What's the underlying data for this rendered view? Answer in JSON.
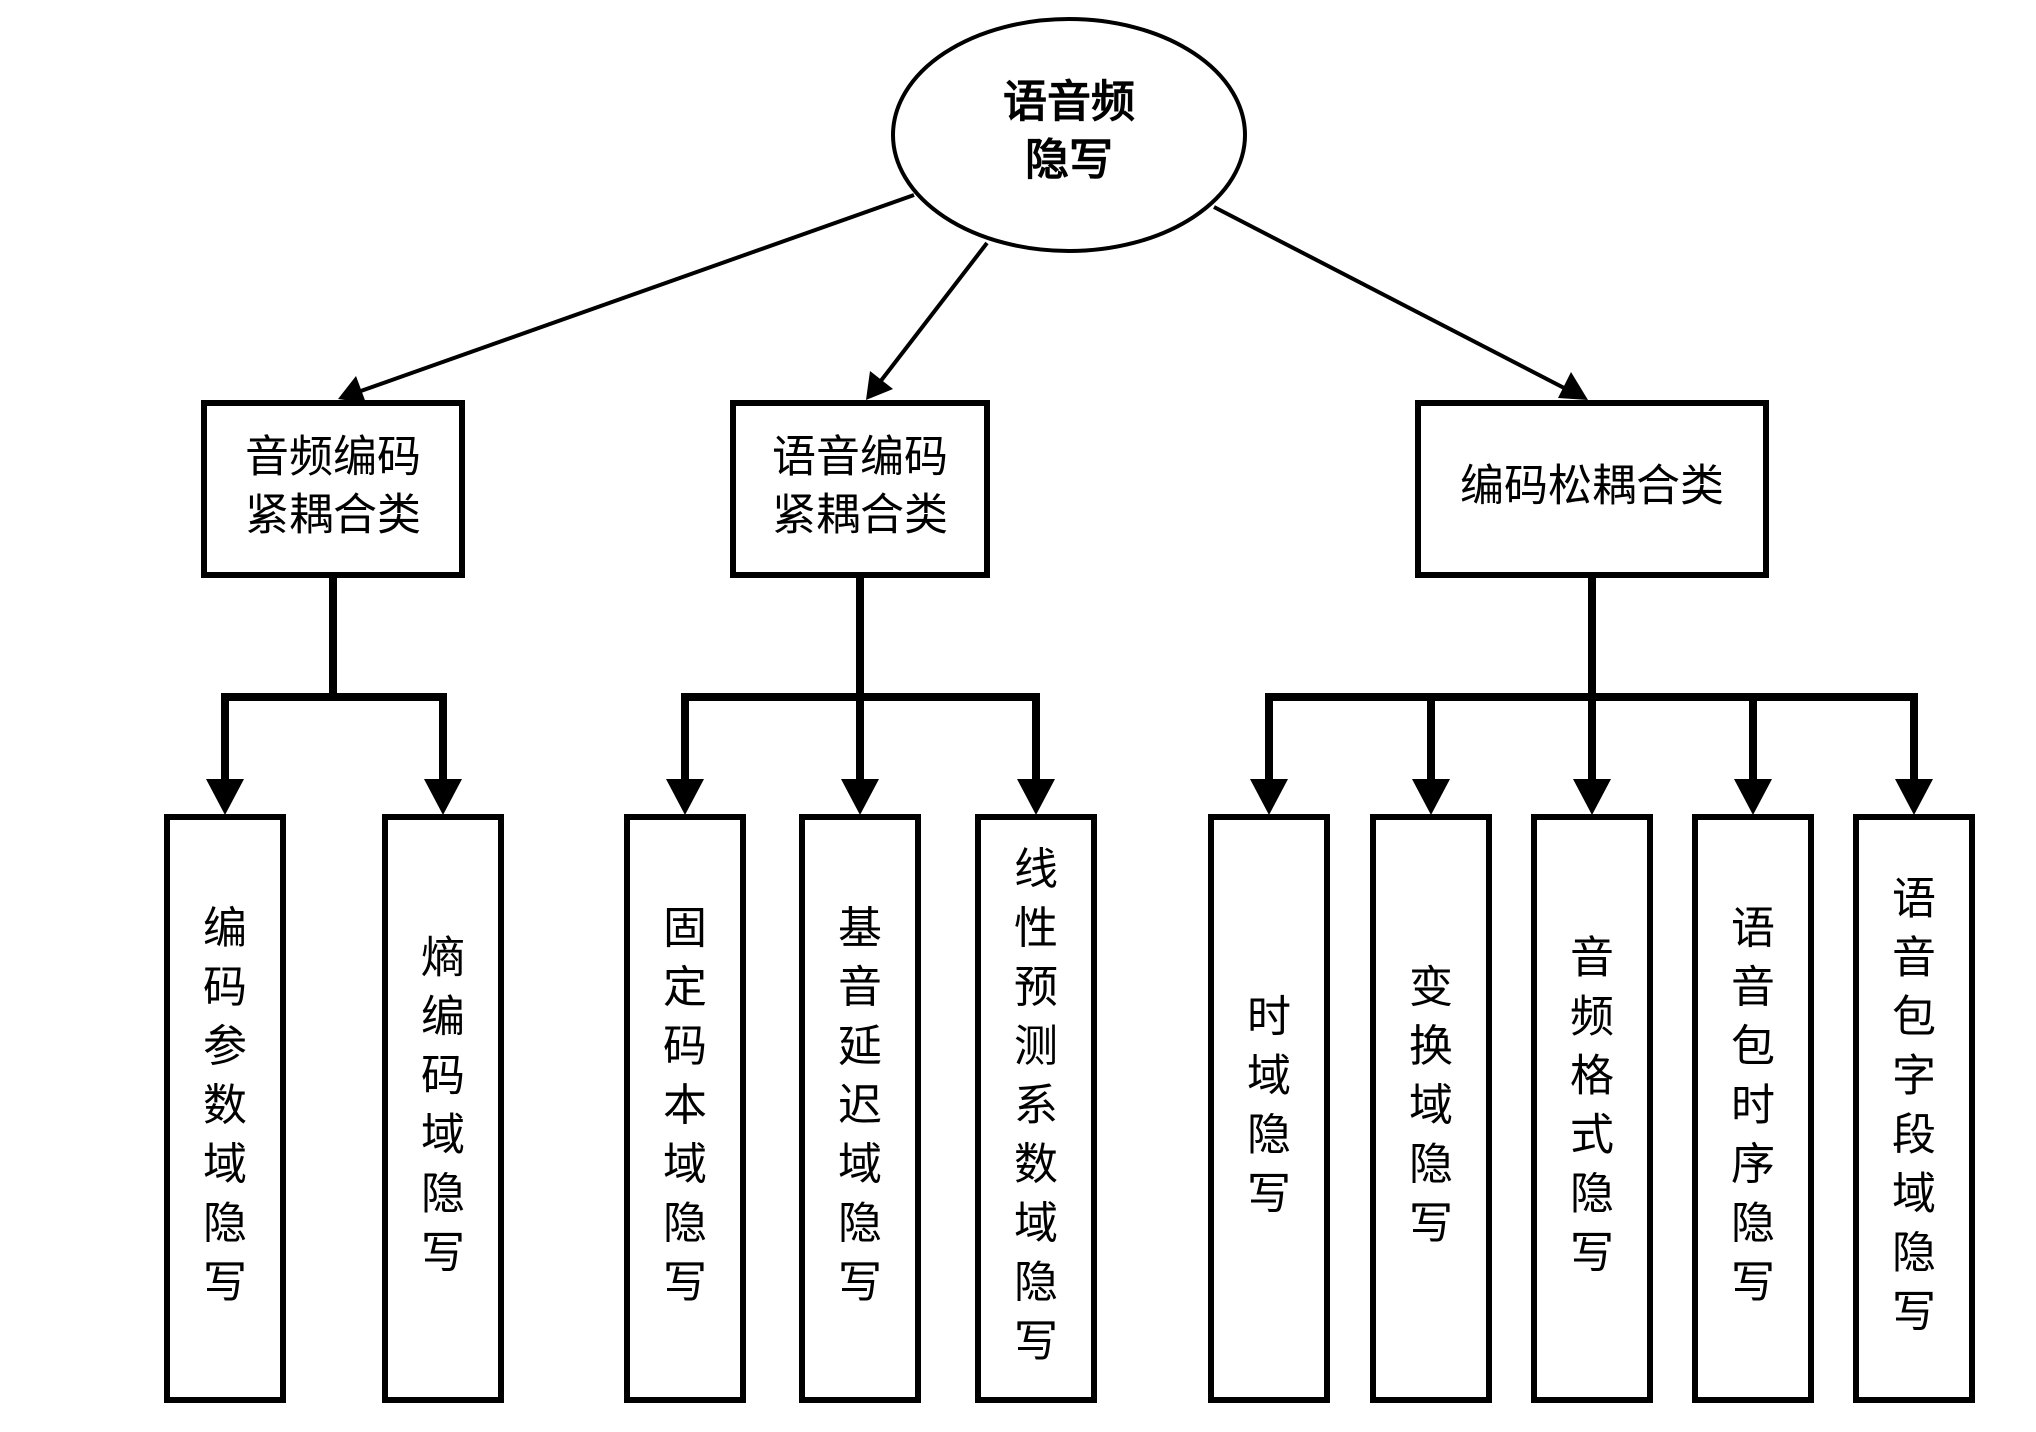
{
  "root": {
    "line1": "语音频",
    "line2": "隐写"
  },
  "categories": [
    {
      "line1": "音频编码",
      "line2": "紧耦合类",
      "children": [
        "编码参数域隐写",
        "熵编码域隐写"
      ]
    },
    {
      "line1": "语音编码",
      "line2": "紧耦合类",
      "children": [
        "固定码本域隐写",
        "基音延迟域隐写",
        "线性预测系数域隐写"
      ]
    },
    {
      "line1": "编码松耦合类",
      "line2": "",
      "children": [
        "时域隐写",
        "变换域隐写",
        "音频格式隐写",
        "语音包时序隐写",
        "语音包字段域隐写"
      ]
    }
  ]
}
